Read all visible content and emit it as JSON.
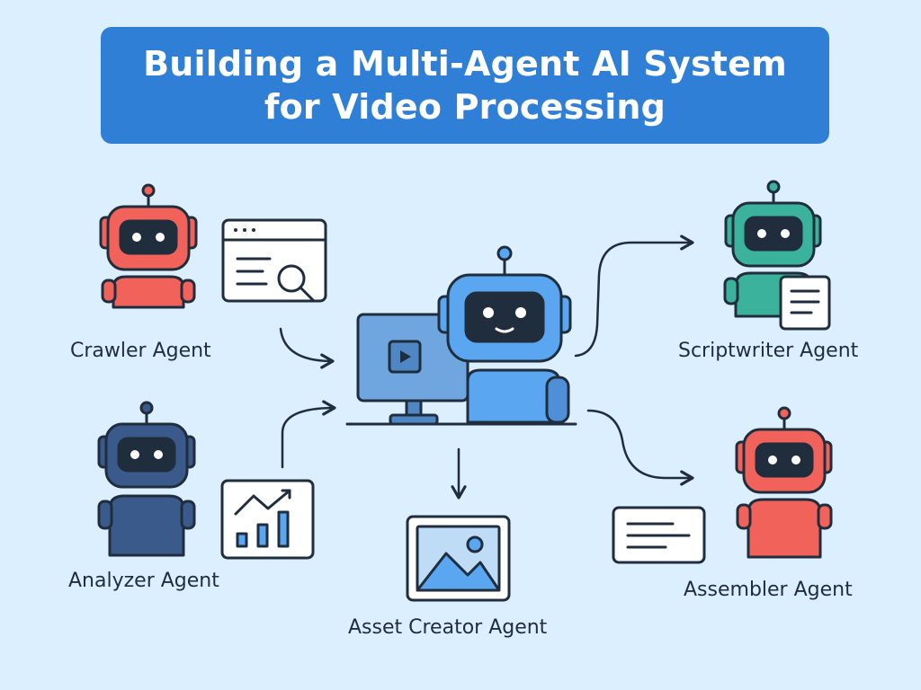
{
  "title": {
    "line1": "Building a Multi-Agent AI System",
    "line2": "for Video Processing"
  },
  "agents": {
    "crawler": "Crawler Agent",
    "analyzer": "Analyzer Agent",
    "asset_creator": "Asset Creator Agent",
    "scriptwriter": "Scriptwriter Agent",
    "assembler": "Assembler Agent"
  },
  "icons": {
    "crawler": "web-search-icon",
    "analyzer": "bar-chart-icon",
    "asset_creator": "image-icon",
    "scriptwriter": "document-icon",
    "assembler": "text-card-icon",
    "central": "video-monitor-icon"
  },
  "colors": {
    "background": "#dcefff",
    "banner": "#2f7fd6",
    "outline": "#1f2d3d",
    "robot_red": "#f0625a",
    "robot_navy": "#3b5a8c",
    "robot_green": "#3bb39c",
    "robot_blue": "#5aa6f0"
  }
}
